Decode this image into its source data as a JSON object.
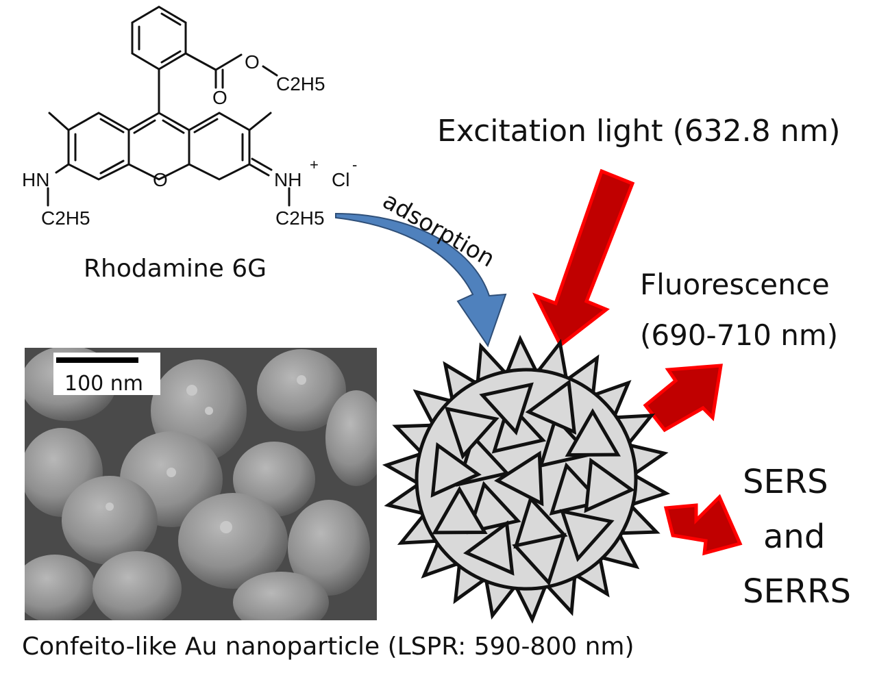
{
  "molecule": {
    "name": "Rhodamine 6G",
    "atoms": {
      "ester_o": "O",
      "ester_alkyl": "C2H5",
      "carbonyl_o": "O",
      "ring_o": "O",
      "left_amine": "HN",
      "left_alkyl": "C2H5",
      "right_amine": "NH",
      "right_charge": "+",
      "counter_ion": "Cl",
      "counter_charge": "-",
      "right_alkyl": "C2H5"
    }
  },
  "labels": {
    "adsorption": "adsorption",
    "excitation": "Excitation light (632.8 nm)",
    "fluorescence_line1": "Fluorescence",
    "fluorescence_line2": "(690-710 nm)",
    "sers_line1": "SERS",
    "sers_line2": "and",
    "sers_line3": "SERRS",
    "caption": "Confeito-like Au nanoparticle (LSPR: 590-800 nm)"
  },
  "sem": {
    "scale_bar": "100 nm"
  },
  "colors": {
    "arrow_red": "#c00000",
    "arrow_red_edge": "#ff0000",
    "arrow_blue": "#4f81bd",
    "particle_fill": "#d9d9d9",
    "sem_background": "#6e6e6e"
  }
}
